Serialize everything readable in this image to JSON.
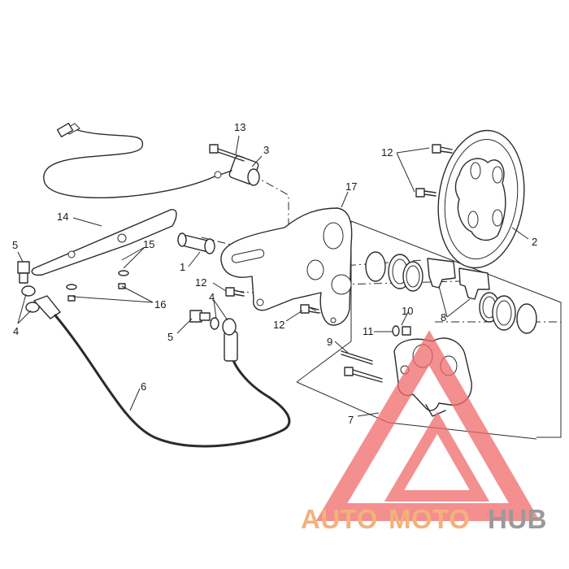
{
  "callouts": {
    "c1": "1",
    "c2": "2",
    "c3": "3",
    "c4a": "4",
    "c4b": "4",
    "c5a": "5",
    "c5b": "5",
    "c6": "6",
    "c7": "7",
    "c8": "8",
    "c9": "9",
    "c10": "10",
    "c11": "11",
    "c12a": "12",
    "c12b": "12",
    "c12c": "12",
    "c13": "13",
    "c14": "14",
    "c15": "15",
    "c16": "16",
    "c17": "17"
  },
  "watermark": {
    "part1": "AUTO",
    "part2": "MOTO",
    "part3": "HUB",
    "color_light": "#f3b27a",
    "color_dark": "#9a9a9a",
    "logo_color": "#f06a6a"
  }
}
